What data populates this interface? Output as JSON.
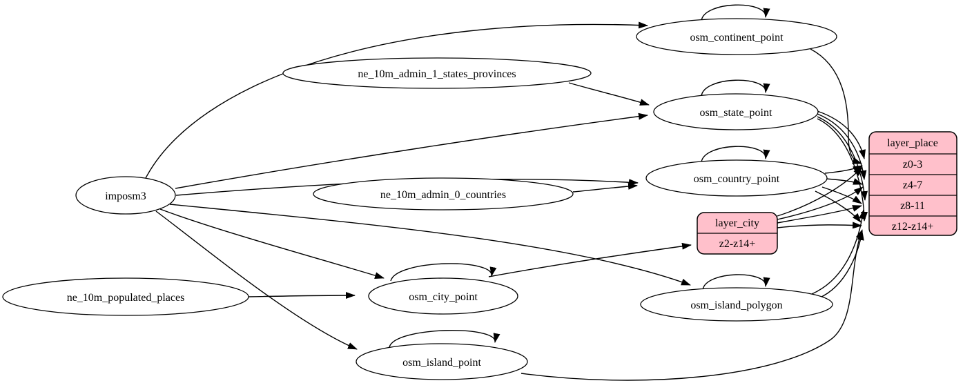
{
  "diagram": {
    "type": "graphviz-etl-dependency-graph",
    "colors": {
      "record_fill": "#FFC0CB",
      "ellipse_fill": "#FFFFFF",
      "stroke": "#000000",
      "background": "#FFFFFF"
    },
    "nodes": {
      "imposm3": {
        "label": "imposm3",
        "shape": "ellipse"
      },
      "ne_10m_admin_1_states_provinces": {
        "label": "ne_10m_admin_1_states_provinces",
        "shape": "ellipse"
      },
      "ne_10m_admin_0_countries": {
        "label": "ne_10m_admin_0_countries",
        "shape": "ellipse"
      },
      "ne_10m_populated_places": {
        "label": "ne_10m_populated_places",
        "shape": "ellipse"
      },
      "osm_continent_point": {
        "label": "osm_continent_point",
        "shape": "ellipse"
      },
      "osm_state_point": {
        "label": "osm_state_point",
        "shape": "ellipse"
      },
      "osm_country_point": {
        "label": "osm_country_point",
        "shape": "ellipse"
      },
      "osm_city_point": {
        "label": "osm_city_point",
        "shape": "ellipse"
      },
      "osm_island_polygon": {
        "label": "osm_island_polygon",
        "shape": "ellipse"
      },
      "osm_island_point": {
        "label": "osm_island_point",
        "shape": "ellipse"
      },
      "layer_city": {
        "title": "layer_city",
        "rows": [
          "z2-z14+"
        ],
        "shape": "record"
      },
      "layer_place": {
        "title": "layer_place",
        "rows": [
          "z0-3",
          "z4-7",
          "z8-11",
          "z12-z14+"
        ],
        "shape": "record"
      }
    },
    "edges": [
      {
        "from": "imposm3",
        "to": "osm_continent_point"
      },
      {
        "from": "imposm3",
        "to": "osm_state_point"
      },
      {
        "from": "imposm3",
        "to": "osm_country_point"
      },
      {
        "from": "imposm3",
        "to": "osm_city_point"
      },
      {
        "from": "imposm3",
        "to": "osm_island_polygon"
      },
      {
        "from": "imposm3",
        "to": "osm_island_point"
      },
      {
        "from": "ne_10m_admin_1_states_provinces",
        "to": "osm_state_point"
      },
      {
        "from": "ne_10m_admin_0_countries",
        "to": "osm_country_point"
      },
      {
        "from": "ne_10m_populated_places",
        "to": "osm_city_point"
      },
      {
        "from": "osm_continent_point",
        "to": "osm_continent_point"
      },
      {
        "from": "osm_state_point",
        "to": "osm_state_point"
      },
      {
        "from": "osm_country_point",
        "to": "osm_country_point"
      },
      {
        "from": "osm_city_point",
        "to": "osm_city_point"
      },
      {
        "from": "osm_island_polygon",
        "to": "osm_island_polygon"
      },
      {
        "from": "osm_island_point",
        "to": "osm_island_point"
      },
      {
        "from": "osm_continent_point",
        "to": "layer_place.z0-3"
      },
      {
        "from": "osm_state_point",
        "to": "layer_place.z0-3"
      },
      {
        "from": "osm_state_point",
        "to": "layer_place.z4-7"
      },
      {
        "from": "osm_state_point",
        "to": "layer_place.z8-11"
      },
      {
        "from": "osm_state_point",
        "to": "layer_place.z12-z14+"
      },
      {
        "from": "osm_country_point",
        "to": "layer_place.z0-3"
      },
      {
        "from": "osm_country_point",
        "to": "layer_place.z4-7"
      },
      {
        "from": "osm_country_point",
        "to": "layer_place.z8-11"
      },
      {
        "from": "osm_country_point",
        "to": "layer_place.z12-z14+"
      },
      {
        "from": "osm_city_point",
        "to": "layer_city.z2-z14+"
      },
      {
        "from": "layer_city.z2-z14+",
        "to": "layer_place.z0-3"
      },
      {
        "from": "layer_city.z2-z14+",
        "to": "layer_place.z4-7"
      },
      {
        "from": "layer_city.z2-z14+",
        "to": "layer_place.z8-11"
      },
      {
        "from": "layer_city.z2-z14+",
        "to": "layer_place.z12-z14+"
      },
      {
        "from": "osm_island_polygon",
        "to": "layer_place.z8-11"
      },
      {
        "from": "osm_island_polygon",
        "to": "layer_place.z12-z14+"
      },
      {
        "from": "osm_island_point",
        "to": "layer_place.z12-z14+"
      }
    ]
  }
}
